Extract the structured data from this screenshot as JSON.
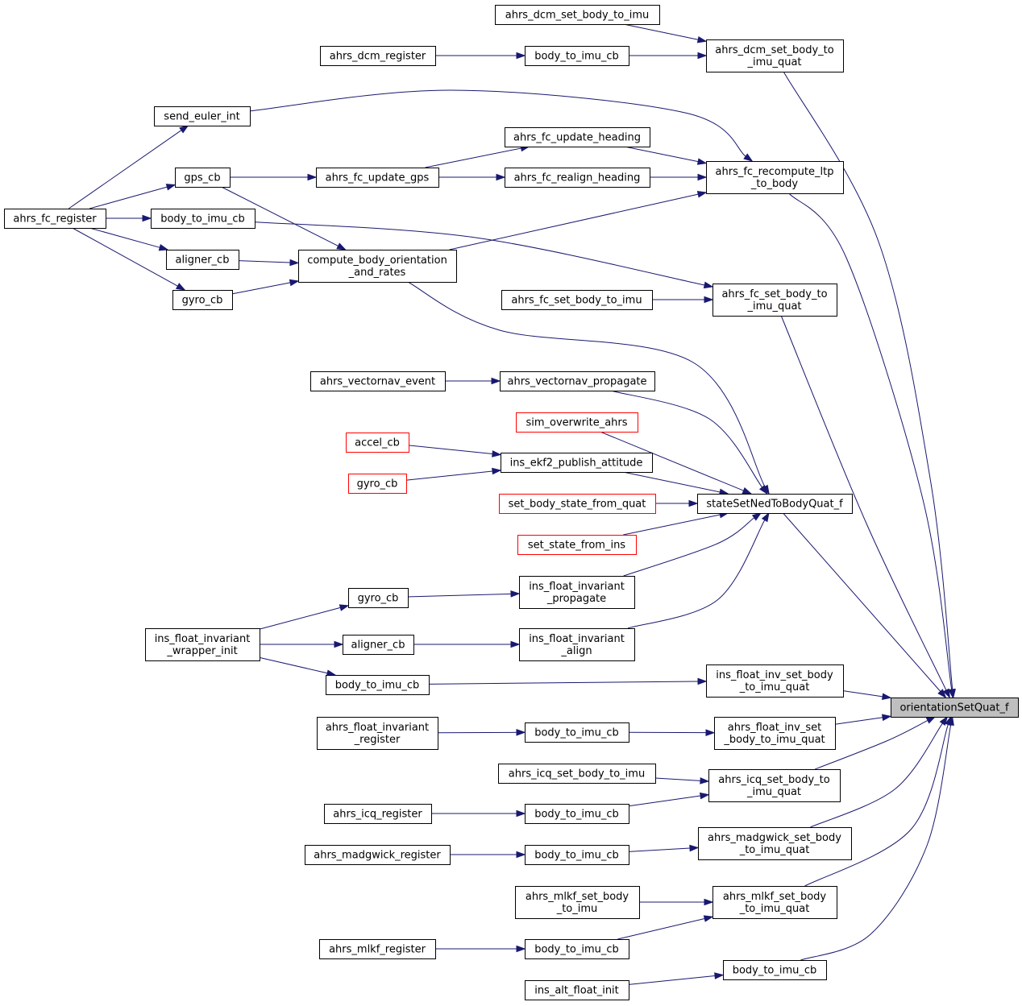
{
  "nodes": {
    "root": {
      "lines": [
        "orientationSetQuat_f"
      ],
      "style": "root"
    },
    "dcm_set_b2i": {
      "lines": [
        "ahrs_dcm_set_body_to_imu"
      ]
    },
    "dcm_set_b2i_quat": {
      "lines": [
        "ahrs_dcm_set_body_to",
        "_imu_quat"
      ]
    },
    "dcm_register": {
      "lines": [
        "ahrs_dcm_register"
      ]
    },
    "dcm_b2i_cb": {
      "lines": [
        "body_to_imu_cb"
      ]
    },
    "send_euler_int": {
      "lines": [
        "send_euler_int"
      ]
    },
    "fc_update_heading": {
      "lines": [
        "ahrs_fc_update_heading"
      ]
    },
    "fc_recompute": {
      "lines": [
        "ahrs_fc_recompute_ltp",
        "_to_body"
      ]
    },
    "gps_cb": {
      "lines": [
        "gps_cb"
      ]
    },
    "fc_update_gps": {
      "lines": [
        "ahrs_fc_update_gps"
      ]
    },
    "fc_realign_heading": {
      "lines": [
        "ahrs_fc_realign_heading"
      ]
    },
    "fc_register": {
      "lines": [
        "ahrs_fc_register"
      ]
    },
    "fc_b2i_cb": {
      "lines": [
        "body_to_imu_cb"
      ]
    },
    "fc_aligner_cb": {
      "lines": [
        "aligner_cb"
      ]
    },
    "compute_body": {
      "lines": [
        "compute_body_orientation",
        "_and_rates"
      ]
    },
    "fc_gyro_cb": {
      "lines": [
        "gyro_cb"
      ]
    },
    "fc_set_b2i": {
      "lines": [
        "ahrs_fc_set_body_to_imu"
      ]
    },
    "fc_set_b2i_quat": {
      "lines": [
        "ahrs_fc_set_body_to",
        "_imu_quat"
      ]
    },
    "vn_event": {
      "lines": [
        "ahrs_vectornav_event"
      ]
    },
    "vn_propagate": {
      "lines": [
        "ahrs_vectornav_propagate"
      ]
    },
    "sim_overwrite": {
      "lines": [
        "sim_overwrite_ahrs"
      ],
      "style": "red"
    },
    "ekf2_accel_cb": {
      "lines": [
        "accel_cb"
      ],
      "style": "red"
    },
    "ekf2_publish": {
      "lines": [
        "ins_ekf2_publish_attitude"
      ]
    },
    "ekf2_gyro_cb": {
      "lines": [
        "gyro_cb"
      ],
      "style": "red"
    },
    "set_body_state": {
      "lines": [
        "set_body_state_from_quat"
      ],
      "style": "red"
    },
    "state_set_ned": {
      "lines": [
        "stateSetNedToBodyQuat_f"
      ]
    },
    "set_state_ins": {
      "lines": [
        "set_state_from_ins"
      ],
      "style": "red"
    },
    "inv_gyro_cb": {
      "lines": [
        "gyro_cb"
      ]
    },
    "inv_propagate": {
      "lines": [
        "ins_float_invariant",
        "_propagate"
      ]
    },
    "inv_wrapper_init": {
      "lines": [
        "ins_float_invariant",
        "_wrapper_init"
      ]
    },
    "inv_aligner_cb": {
      "lines": [
        "aligner_cb"
      ]
    },
    "inv_align": {
      "lines": [
        "ins_float_invariant",
        "_align"
      ]
    },
    "inv_set_b2i_quat": {
      "lines": [
        "ins_float_inv_set_body",
        "_to_imu_quat"
      ]
    },
    "inv_b2i_cb": {
      "lines": [
        "body_to_imu_cb"
      ]
    },
    "afi_register": {
      "lines": [
        "ahrs_float_invariant",
        "_register"
      ]
    },
    "afi_b2i_cb": {
      "lines": [
        "body_to_imu_cb"
      ]
    },
    "afi_set_b2i_quat": {
      "lines": [
        "ahrs_float_inv_set",
        "_body_to_imu_quat"
      ]
    },
    "icq_set_b2i": {
      "lines": [
        "ahrs_icq_set_body_to_imu"
      ]
    },
    "icq_set_b2i_quat": {
      "lines": [
        "ahrs_icq_set_body_to",
        "_imu_quat"
      ]
    },
    "icq_register": {
      "lines": [
        "ahrs_icq_register"
      ]
    },
    "icq_b2i_cb": {
      "lines": [
        "body_to_imu_cb"
      ]
    },
    "madg_register": {
      "lines": [
        "ahrs_madgwick_register"
      ]
    },
    "madg_b2i_cb": {
      "lines": [
        "body_to_imu_cb"
      ]
    },
    "madg_set_b2i_quat": {
      "lines": [
        "ahrs_madgwick_set_body",
        "_to_imu_quat"
      ]
    },
    "mlkf_set_b2i": {
      "lines": [
        "ahrs_mlkf_set_body",
        "_to_imu"
      ]
    },
    "mlkf_set_b2i_quat": {
      "lines": [
        "ahrs_mlkf_set_body",
        "_to_imu_quat"
      ]
    },
    "mlkf_register": {
      "lines": [
        "ahrs_mlkf_register"
      ]
    },
    "mlkf_b2i_cb": {
      "lines": [
        "body_to_imu_cb"
      ]
    },
    "alt_b2i_cb": {
      "lines": [
        "body_to_imu_cb"
      ]
    },
    "alt_init": {
      "lines": [
        "ins_alt_float_init"
      ]
    }
  },
  "edges": [
    [
      "dcm_set_b2i",
      "dcm_set_b2i_quat"
    ],
    [
      "dcm_register",
      "dcm_b2i_cb"
    ],
    [
      "dcm_b2i_cb",
      "dcm_set_b2i_quat"
    ],
    [
      "dcm_set_b2i_quat",
      "root"
    ],
    [
      "send_euler_int",
      "fc_recompute"
    ],
    [
      "fc_register",
      "send_euler_int"
    ],
    [
      "fc_register",
      "gps_cb"
    ],
    [
      "fc_register",
      "fc_b2i_cb"
    ],
    [
      "fc_register",
      "fc_aligner_cb"
    ],
    [
      "fc_register",
      "fc_gyro_cb"
    ],
    [
      "gps_cb",
      "fc_update_gps"
    ],
    [
      "gps_cb",
      "compute_body"
    ],
    [
      "fc_update_gps",
      "fc_update_heading"
    ],
    [
      "fc_update_gps",
      "fc_realign_heading"
    ],
    [
      "fc_update_heading",
      "fc_recompute"
    ],
    [
      "fc_realign_heading",
      "fc_recompute"
    ],
    [
      "fc_aligner_cb",
      "compute_body"
    ],
    [
      "fc_gyro_cb",
      "compute_body"
    ],
    [
      "compute_body",
      "fc_recompute"
    ],
    [
      "compute_body",
      "state_set_ned"
    ],
    [
      "fc_b2i_cb",
      "fc_set_b2i_quat"
    ],
    [
      "fc_set_b2i",
      "fc_set_b2i_quat"
    ],
    [
      "fc_recompute",
      "root"
    ],
    [
      "fc_set_b2i_quat",
      "root"
    ],
    [
      "vn_event",
      "vn_propagate"
    ],
    [
      "vn_propagate",
      "state_set_ned"
    ],
    [
      "sim_overwrite",
      "state_set_ned"
    ],
    [
      "ekf2_accel_cb",
      "ekf2_publish"
    ],
    [
      "ekf2_gyro_cb",
      "ekf2_publish"
    ],
    [
      "ekf2_publish",
      "state_set_ned"
    ],
    [
      "set_body_state",
      "state_set_ned"
    ],
    [
      "set_state_ins",
      "state_set_ned"
    ],
    [
      "inv_propagate",
      "state_set_ned"
    ],
    [
      "inv_align",
      "state_set_ned"
    ],
    [
      "inv_wrapper_init",
      "inv_gyro_cb"
    ],
    [
      "inv_wrapper_init",
      "inv_aligner_cb"
    ],
    [
      "inv_wrapper_init",
      "inv_b2i_cb"
    ],
    [
      "inv_gyro_cb",
      "inv_propagate"
    ],
    [
      "inv_aligner_cb",
      "inv_align"
    ],
    [
      "inv_b2i_cb",
      "inv_set_b2i_quat"
    ],
    [
      "state_set_ned",
      "root"
    ],
    [
      "inv_set_b2i_quat",
      "root"
    ],
    [
      "afi_register",
      "afi_b2i_cb"
    ],
    [
      "afi_b2i_cb",
      "afi_set_b2i_quat"
    ],
    [
      "afi_set_b2i_quat",
      "root"
    ],
    [
      "icq_set_b2i",
      "icq_set_b2i_quat"
    ],
    [
      "icq_register",
      "icq_b2i_cb"
    ],
    [
      "icq_b2i_cb",
      "icq_set_b2i_quat"
    ],
    [
      "icq_set_b2i_quat",
      "root"
    ],
    [
      "madg_register",
      "madg_b2i_cb"
    ],
    [
      "madg_b2i_cb",
      "madg_set_b2i_quat"
    ],
    [
      "madg_set_b2i_quat",
      "root"
    ],
    [
      "mlkf_set_b2i",
      "mlkf_set_b2i_quat"
    ],
    [
      "mlkf_register",
      "mlkf_b2i_cb"
    ],
    [
      "mlkf_b2i_cb",
      "mlkf_set_b2i_quat"
    ],
    [
      "mlkf_set_b2i_quat",
      "root"
    ],
    [
      "alt_init",
      "alt_b2i_cb"
    ],
    [
      "alt_b2i_cb",
      "root"
    ]
  ]
}
